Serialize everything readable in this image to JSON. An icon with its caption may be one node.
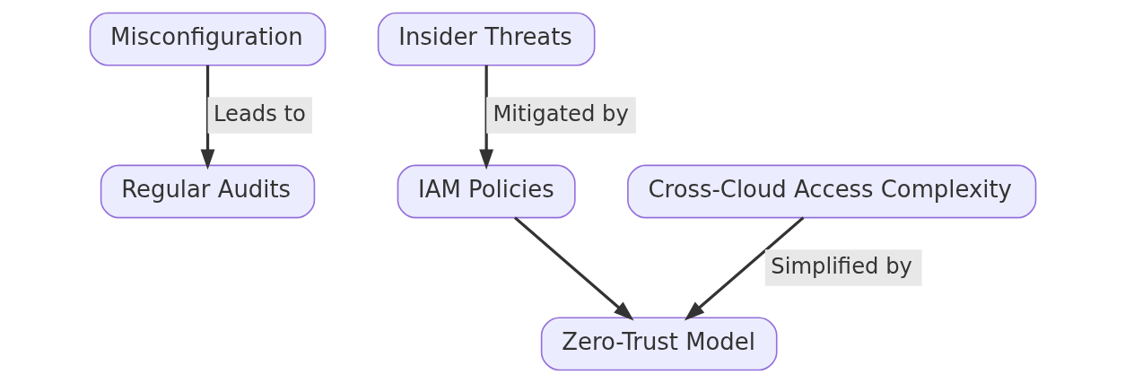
{
  "diagram": {
    "nodes": [
      {
        "text": [
          "Misconfiguration"
        ]
      },
      {
        "text": [
          "Insider Threats"
        ]
      },
      {
        "text": [
          "Cross-Cloud Access Complexity"
        ]
      },
      {
        "text": [
          "Regular Audits"
        ]
      },
      {
        "text": [
          "IAM Policies"
        ]
      },
      {
        "text": [
          "Zero-Trust Model"
        ]
      }
    ],
    "edges": [
      {
        "from": 0,
        "to": 3,
        "arrow": "to",
        "label": "Leads to"
      },
      {
        "from": 1,
        "to": 4,
        "arrow": "to",
        "label": "Mitigated by"
      },
      {
        "from": 2,
        "to": 5,
        "arrow": "to",
        "label": "Simplified by"
      },
      {
        "from": 4,
        "to": 5,
        "arrow": "to"
      }
    ]
  }
}
